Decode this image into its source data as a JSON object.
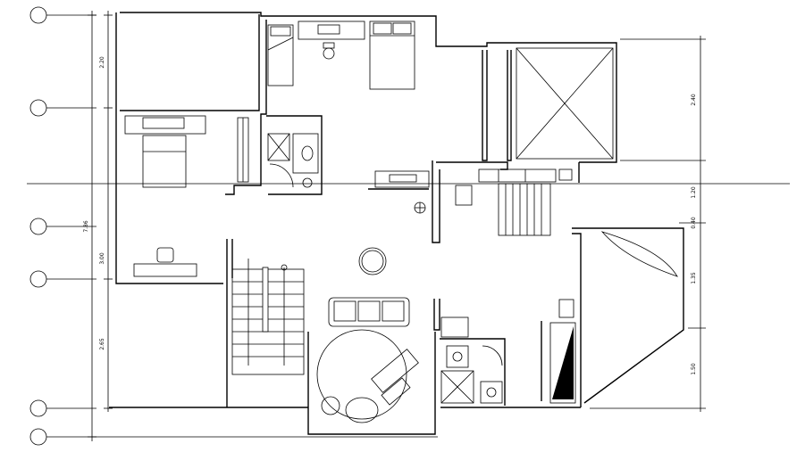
{
  "drawing": {
    "kind": "architectural floor plan",
    "line_color": "#000000",
    "background": "#ffffff"
  },
  "dimensions": {
    "left_upper": "2.20",
    "left_total": "7.86",
    "left_mid": "3.00",
    "left_lower": "2.65",
    "right_upper": "2.40",
    "right_1": "1.20",
    "right_2": "0.40",
    "right_3": "1.35",
    "right_lower": "1.50"
  },
  "grid_bubbles": [
    "",
    "",
    "",
    "",
    "",
    ""
  ],
  "icons": [
    "plant-icon",
    "car-icon",
    "tree-icon",
    "bed-icon",
    "wc-icon",
    "sofa-icon"
  ]
}
